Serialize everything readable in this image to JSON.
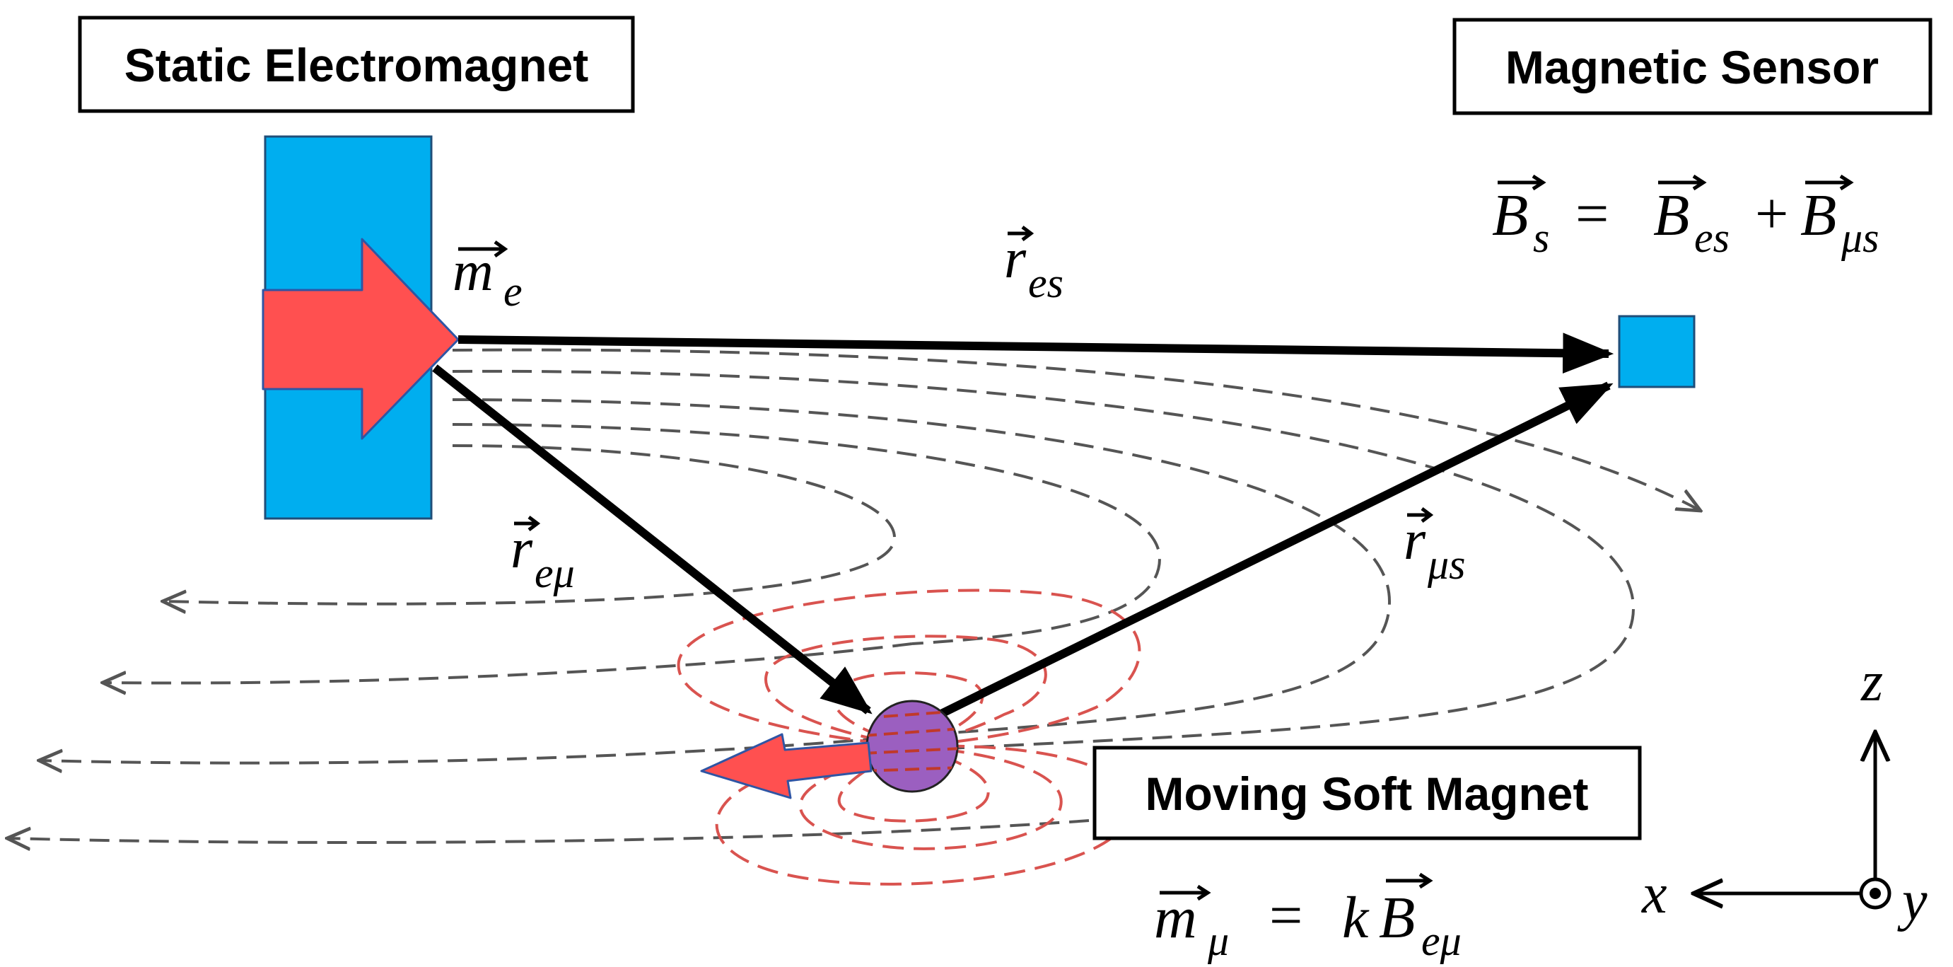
{
  "labels": {
    "electromagnet": "Static Electromagnet",
    "sensor": "Magnetic Sensor",
    "soft_magnet": "Moving Soft Magnet"
  },
  "math": {
    "m_e": {
      "base": "m",
      "sub": "e"
    },
    "r_es": {
      "base": "r",
      "sub": "es"
    },
    "r_emu": {
      "base": "r",
      "sub": "eμ"
    },
    "r_mus": {
      "base": "r",
      "sub": "μs"
    },
    "B_s_eq": {
      "lhs_base": "B",
      "lhs_sub": "s",
      "eq": "=",
      "t1_base": "B",
      "t1_sub": "es",
      "plus": "+",
      "t2_base": "B",
      "t2_sub": "μs"
    },
    "m_mu_eq": {
      "lhs_base": "m",
      "lhs_sub": "μ",
      "eq": "=",
      "coef": "k",
      "rhs_base": "B",
      "rhs_sub": "eμ"
    }
  },
  "axes": {
    "x": "x",
    "y": "y",
    "z": "z"
  },
  "colors": {
    "electromagnet_fill": "#00AEEF",
    "sensor_fill": "#00AEEF",
    "moment_arrow_fill": "#FF5050",
    "moment_arrow_stroke": "#2F55A4",
    "soft_magnet_fill": "#9B5FC0",
    "field_line_gray": "#555555",
    "field_line_red": "#D9534F",
    "vector_black": "#000000"
  },
  "icons": {
    "moment_arrow": "block-arrow-right",
    "induced_moment_arrow": "block-arrow-left",
    "sensor": "square",
    "soft_magnet": "circle",
    "y_axis": "out-of-page-dot"
  }
}
